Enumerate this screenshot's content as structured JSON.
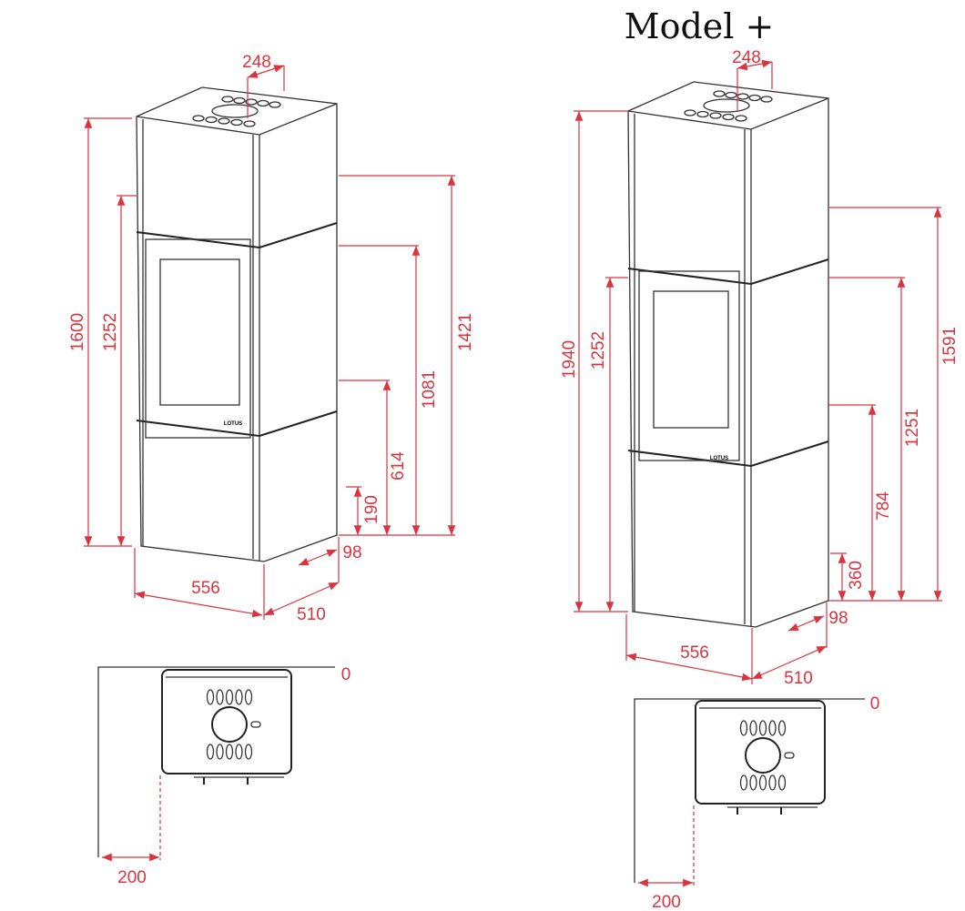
{
  "title": "Model +",
  "colors": {
    "dimension": "#d9343f",
    "line": "#333333"
  },
  "standard": {
    "depth_top_offset": "248",
    "height_total": "1600",
    "height_door_top": "1252",
    "height_flue_back": "1421",
    "height_back_upper": "1081",
    "height_back_lower": "614",
    "height_back_bottom": "190",
    "bottom_offset": "98",
    "width": "556",
    "depth": "510",
    "plan_wall": "0",
    "plan_side_clearance": "200",
    "brand": "LOTUS"
  },
  "plus": {
    "depth_top_offset": "248",
    "height_total": "1940",
    "height_door_top": "1252",
    "height_flue_back": "1591",
    "height_back_upper": "1251",
    "height_back_lower": "784",
    "height_back_bottom": "360",
    "bottom_offset": "98",
    "width": "556",
    "depth": "510",
    "plan_wall": "0",
    "plan_side_clearance": "200",
    "brand": "LOTUS"
  }
}
